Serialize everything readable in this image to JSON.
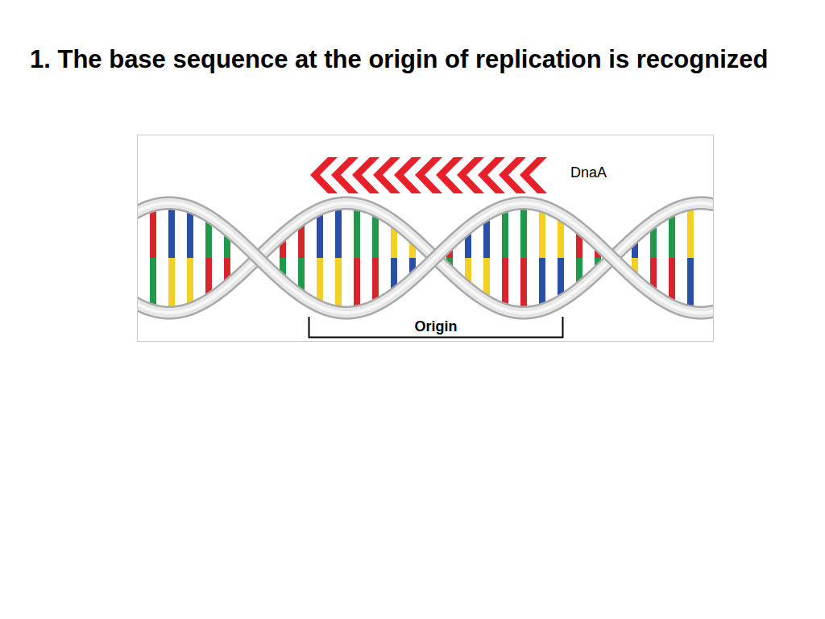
{
  "diagram": {
    "title": "1. The base sequence at the origin of replication is recognized",
    "labels": [
      "DnaA",
      "Origin"
    ]
  }
}
